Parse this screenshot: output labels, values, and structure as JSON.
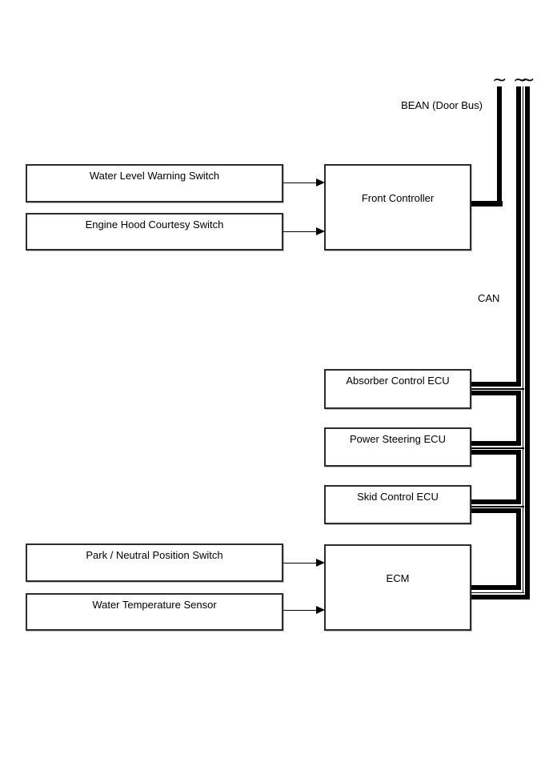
{
  "nodes": {
    "water_level_warning_switch": "Water Level Warning Switch",
    "engine_hood_courtesy_switch": "Engine Hood Courtesy Switch",
    "park_neutral_position_switch": "Park / Neutral Position Switch",
    "water_temperature_sensor": "Water Temperature Sensor",
    "front_controller": "Front Controller",
    "absorber_control_ecu": "Absorber Control ECU",
    "power_steering_ecu": "Power Steering ECU",
    "skid_control_ecu": "Skid Control ECU",
    "ecm": "ECM"
  },
  "bus": {
    "bean_label": "BEAN (Door Bus)",
    "can_label": "CAN",
    "break_symbol": "~"
  },
  "colors": {
    "background": "#ffffff",
    "line": "#000000",
    "box_border": "#2c2c2c",
    "text": "#000000"
  }
}
